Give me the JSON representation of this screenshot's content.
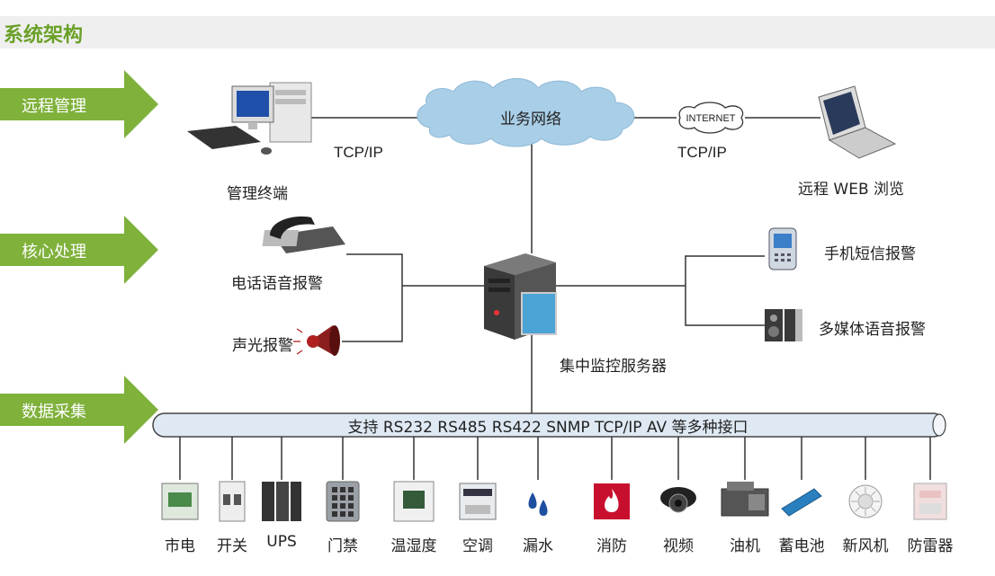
{
  "header": {
    "title": "系统架构"
  },
  "layers": [
    {
      "label": "远程管理"
    },
    {
      "label": "核心处理"
    },
    {
      "label": "数据采集"
    }
  ],
  "network": {
    "cloud_label": "业务网络",
    "internet_label": "INTERNET",
    "protocol_left": "TCP/IP",
    "protocol_right": "TCP/IP"
  },
  "nodes": {
    "management_terminal": "管理终端",
    "remote_web": "远程 WEB 浏览",
    "phone_alarm": "电话语音报警",
    "sound_light_alarm": "声光报警",
    "central_server": "集中监控服务器",
    "sms_alarm": "手机短信报警",
    "multimedia_alarm": "多媒体语音报警"
  },
  "bus": {
    "label": "支持 RS232 RS485 RS422 SNMP TCP/IP AV 等多种接口"
  },
  "devices": [
    {
      "label": "市电"
    },
    {
      "label": "开关"
    },
    {
      "label": "UPS"
    },
    {
      "label": "门禁"
    },
    {
      "label": "温湿度"
    },
    {
      "label": "空调"
    },
    {
      "label": "漏水"
    },
    {
      "label": "消防"
    },
    {
      "label": "视频"
    },
    {
      "label": "油机"
    },
    {
      "label": "蓄电池"
    },
    {
      "label": "新风机"
    },
    {
      "label": "防雷器"
    }
  ],
  "colors": {
    "accent_green": "#6aa028",
    "title_bg": "#efefef",
    "cloud": "#a9cfe8",
    "bus_fill": "#dfe9f4"
  }
}
